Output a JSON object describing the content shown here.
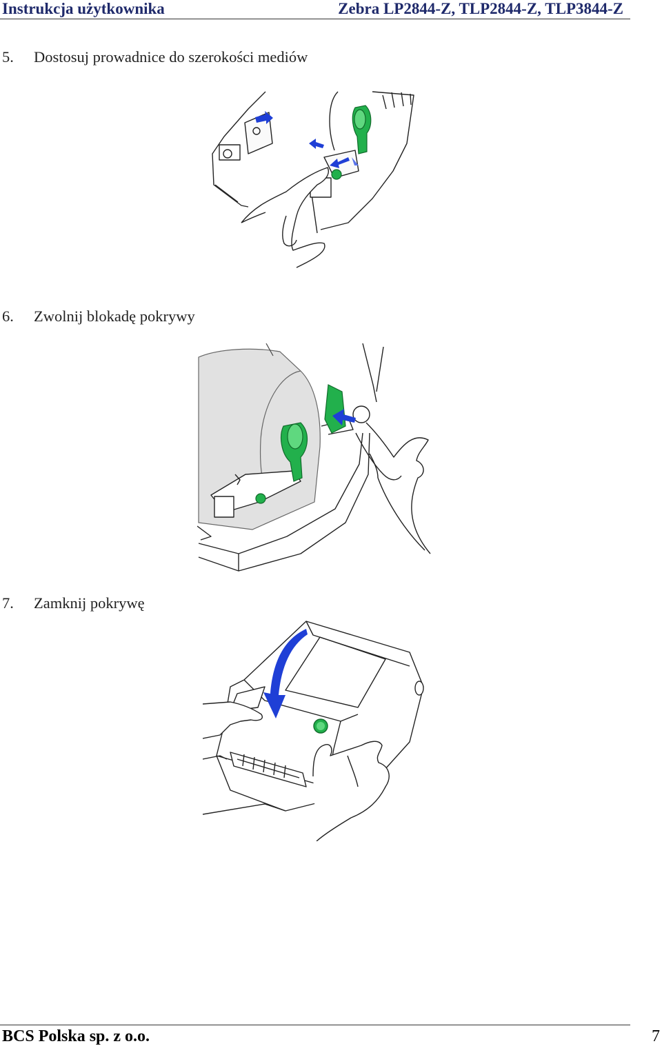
{
  "header": {
    "left": "Instrukcja użytkownika",
    "right": "Zebra LP2844-Z, TLP2844-Z, TLP3844-Z"
  },
  "steps": [
    {
      "number": "5.",
      "text": "Dostosuj prowadnice do szerokości mediów"
    },
    {
      "number": "6.",
      "text": "Zwolnij blokadę pokrywy"
    },
    {
      "number": "7.",
      "text": "Zamknij pokrywę"
    }
  ],
  "footer": {
    "company": "BCS Polska sp. z o.o.",
    "page": "7"
  },
  "colors": {
    "accent_green": "#22b04c",
    "arrow_blue": "#1f3fd6",
    "header_text": "#1f2a6b"
  }
}
